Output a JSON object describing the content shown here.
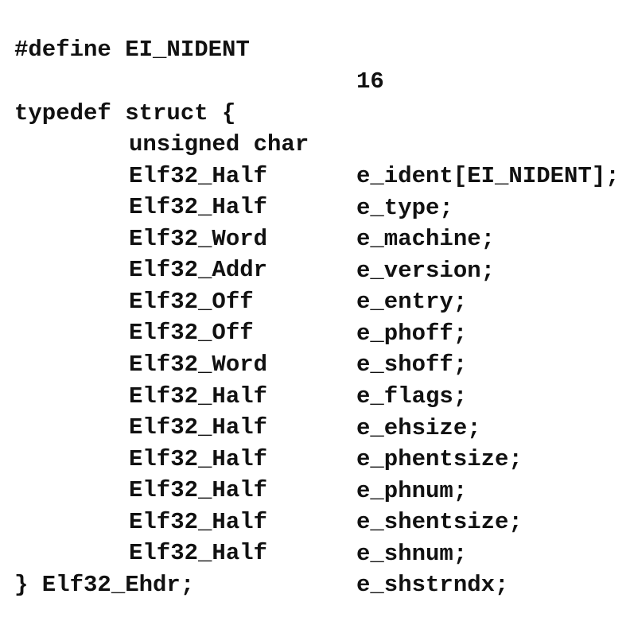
{
  "define": {
    "directive": "#define EI_NIDENT",
    "value": "16"
  },
  "struct_open": "typedef struct {",
  "fields": [
    {
      "type": "unsigned char",
      "name": "e_ident[EI_NIDENT];"
    },
    {
      "type": "Elf32_Half",
      "name": "e_type;"
    },
    {
      "type": "Elf32_Half",
      "name": "e_machine;"
    },
    {
      "type": "Elf32_Word",
      "name": "e_version;"
    },
    {
      "type": "Elf32_Addr",
      "name": "e_entry;"
    },
    {
      "type": "Elf32_Off",
      "name": "e_phoff;"
    },
    {
      "type": "Elf32_Off",
      "name": "e_shoff;"
    },
    {
      "type": "Elf32_Word",
      "name": "e_flags;"
    },
    {
      "type": "Elf32_Half",
      "name": "e_ehsize;"
    },
    {
      "type": "Elf32_Half",
      "name": "e_phentsize;"
    },
    {
      "type": "Elf32_Half",
      "name": "e_phnum;"
    },
    {
      "type": "Elf32_Half",
      "name": "e_shentsize;"
    },
    {
      "type": "Elf32_Half",
      "name": "e_shnum;"
    },
    {
      "type": "Elf32_Half",
      "name": "e_shstrndx;"
    }
  ],
  "struct_close": "} Elf32_Ehdr;"
}
